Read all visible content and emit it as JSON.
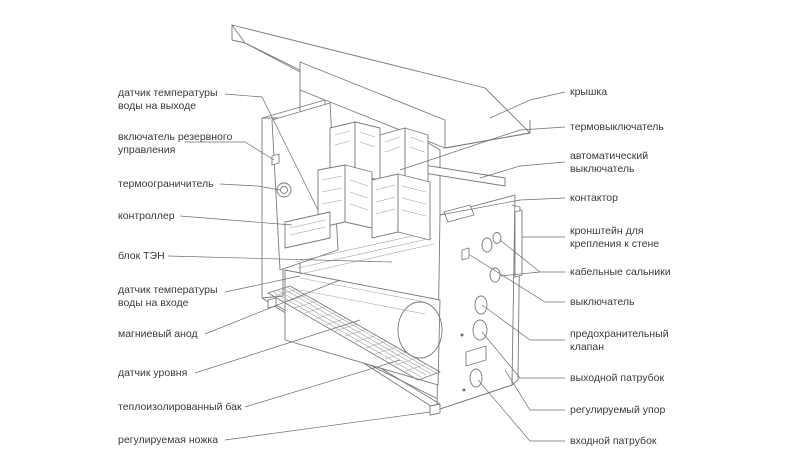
{
  "labels_left": [
    {
      "id": "outlet-temp-sensor",
      "text": "датчик температуры\nводы на выходе"
    },
    {
      "id": "backup-switch",
      "text": "включатель резервного\nуправления"
    },
    {
      "id": "thermal-limiter",
      "text": "термоограничитель"
    },
    {
      "id": "controller",
      "text": "контроллер"
    },
    {
      "id": "heater-block",
      "text": "блок ТЭН"
    },
    {
      "id": "inlet-temp-sensor",
      "text": "датчик температуры\nводы на входе"
    },
    {
      "id": "magnesium-anode",
      "text": "магниевый анод"
    },
    {
      "id": "level-sensor",
      "text": "датчик уровня"
    },
    {
      "id": "insulated-tank",
      "text": "теплоизолированный бак"
    },
    {
      "id": "adjustable-foot",
      "text": "регулируемая ножка"
    }
  ],
  "labels_right": [
    {
      "id": "cover",
      "text": "крышка"
    },
    {
      "id": "thermal-switch",
      "text": "термовыключатель"
    },
    {
      "id": "circuit-breaker",
      "text": "автоматический\nвыключатель"
    },
    {
      "id": "contactor",
      "text": "контактор"
    },
    {
      "id": "wall-bracket",
      "text": "кронштейн для\nкрепления к стене"
    },
    {
      "id": "cable-glands",
      "text": "кабельные сальники"
    },
    {
      "id": "power-switch",
      "text": "выключатель"
    },
    {
      "id": "safety-valve",
      "text": "предохранительный\nклапан"
    },
    {
      "id": "outlet-pipe",
      "text": "выходной патрубок"
    },
    {
      "id": "adjustable-stop",
      "text": "регулируемый упор"
    },
    {
      "id": "inlet-pipe",
      "text": "входной патрубок"
    }
  ]
}
